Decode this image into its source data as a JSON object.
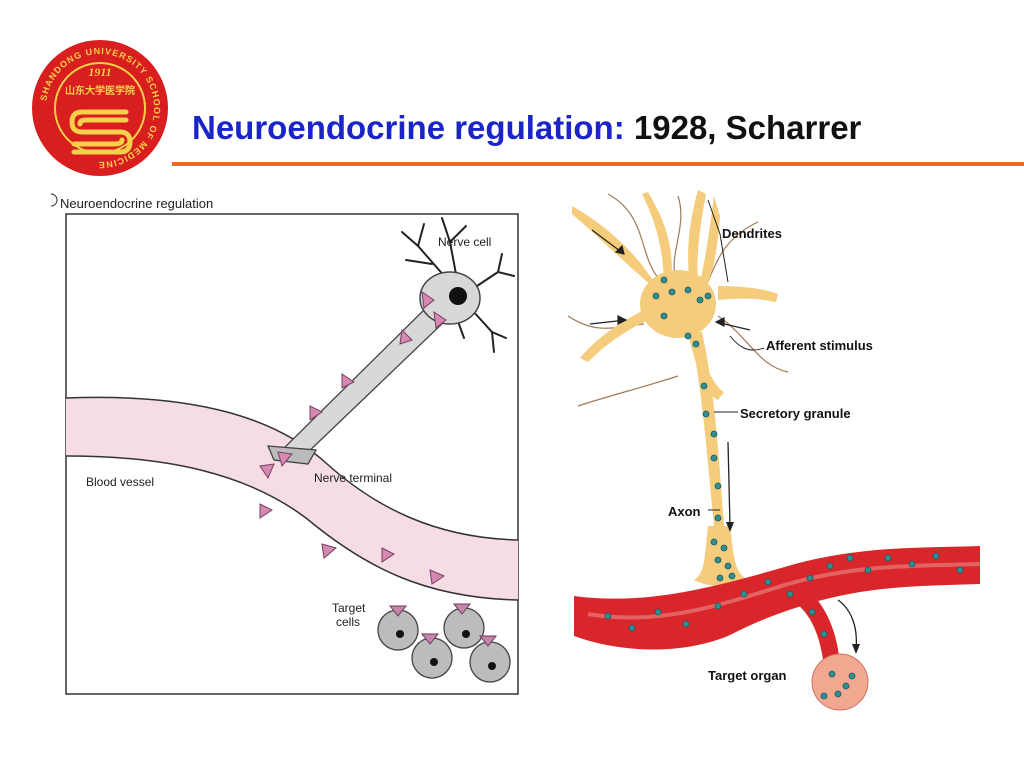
{
  "header": {
    "title_main": "Neuroendocrine regulation:",
    "title_sub": "1928, Scharrer",
    "accent_color": "#ee6622",
    "title_color": "#1a24c8"
  },
  "logo": {
    "year": "1911",
    "ring_text": "SHANDONG UNIVERSITY SCHOOL OF MEDICINE",
    "chinese_name": "山东大学医学院"
  },
  "figure_left": {
    "caption": "Neuroendocrine regulation",
    "nerve_cell": "Nerve cell",
    "nerve_terminal": "Nerve terminal",
    "blood_vessel": "Blood vessel",
    "target_cells_line1": "Target",
    "target_cells_line2": "cells"
  },
  "figure_right": {
    "dendrites": "Dendrites",
    "afferent_stimulus": "Afferent stimulus",
    "secretory_granule": "Secretory granule",
    "axon": "Axon",
    "target_organ": "Target organ"
  }
}
